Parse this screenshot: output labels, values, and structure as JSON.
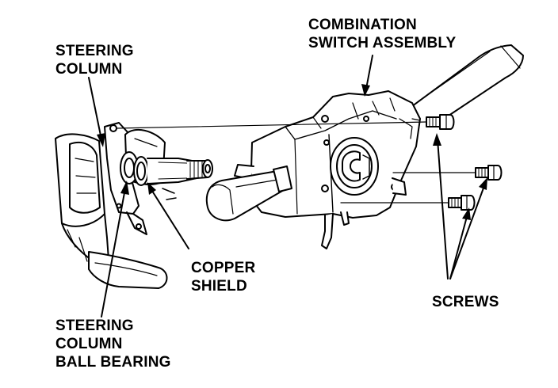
{
  "labels": {
    "steering_column": [
      "STEERING",
      "COLUMN"
    ],
    "combination_switch_assembly": [
      "COMBINATION",
      "SWITCH ASSEMBLY"
    ],
    "copper_shield": [
      "COPPER",
      "SHIELD"
    ],
    "screws": [
      "SCREWS"
    ],
    "steering_column_ball_bearing": [
      "STEERING",
      "COLUMN",
      "BALL BEARING"
    ]
  },
  "colors": {
    "ink": "#000000",
    "paper": "#ffffff"
  }
}
